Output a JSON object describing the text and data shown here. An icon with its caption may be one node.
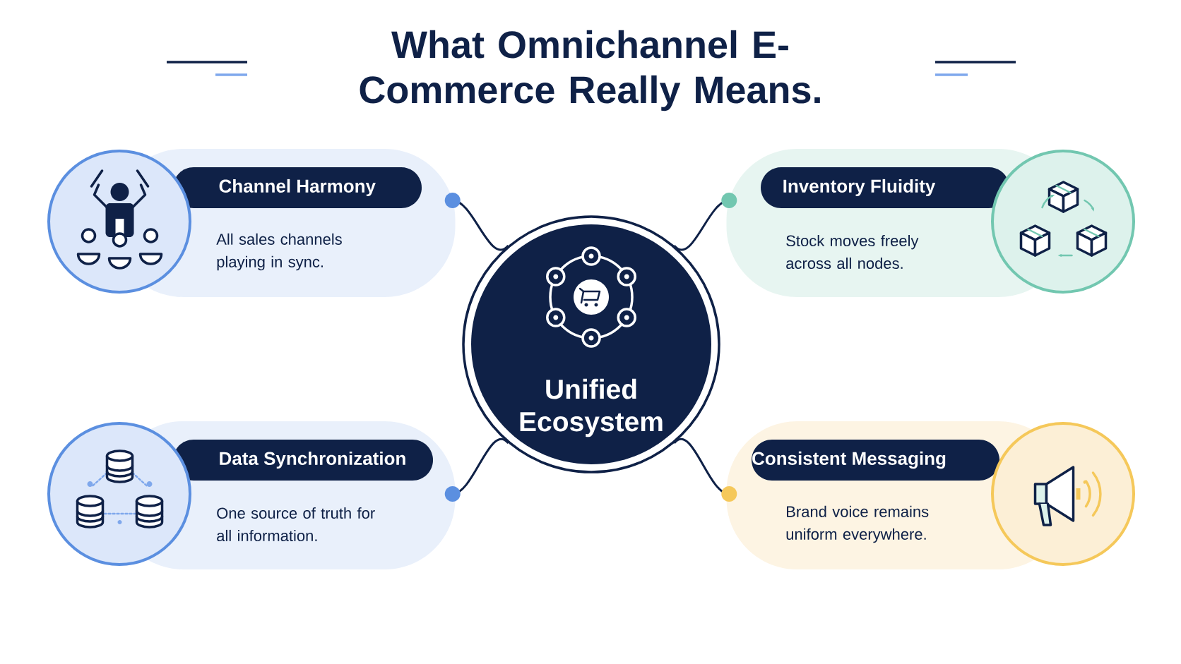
{
  "diagram": {
    "title": "What Omnichannel E-Commerce Really Means.",
    "nodes": [
      {
        "text": [
          "Unified Ecosystem"
        ]
      },
      {
        "text": [
          "Channel Harmony",
          "All sales channels playing in sync."
        ]
      },
      {
        "text": [
          "Inventory Fluidity",
          "Stock moves freely across all nodes."
        ]
      },
      {
        "text": [
          "Data Synchronization",
          "One source of truth for all information."
        ]
      },
      {
        "text": [
          "Consistent Messaging",
          "Brand voice remains uniform everywhere."
        ]
      }
    ],
    "edges": [
      {
        "from": 0,
        "to": 1,
        "arrow": "other"
      },
      {
        "from": 0,
        "to": 2,
        "arrow": "other"
      },
      {
        "from": 0,
        "to": 3,
        "arrow": "other"
      },
      {
        "from": 0,
        "to": 4,
        "arrow": "other"
      }
    ]
  }
}
